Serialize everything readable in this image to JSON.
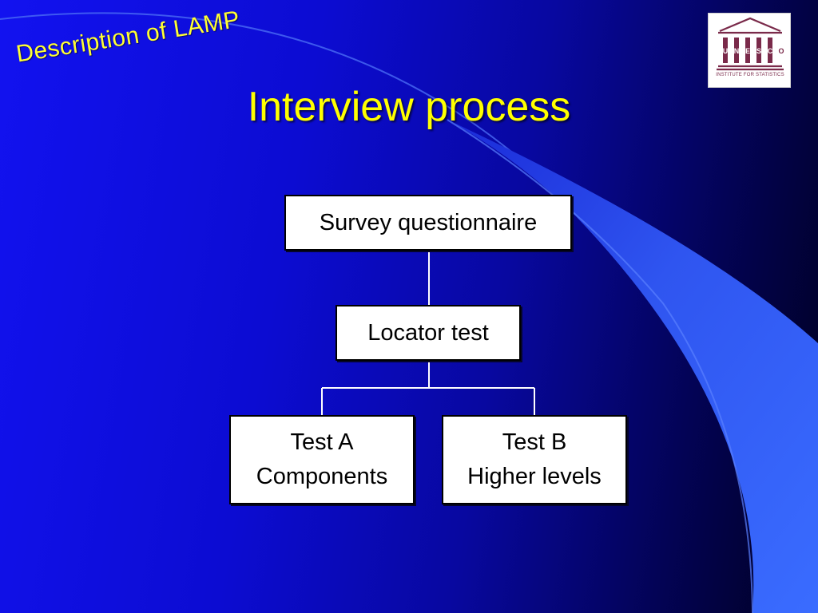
{
  "slide": {
    "subtitle": "Description of LAMP",
    "title": "Interview process"
  },
  "logo": {
    "name": "UNESCO",
    "caption": "INSTITUTE FOR STATISTICS",
    "color": "#7a2a4a"
  },
  "diagram": {
    "nodes": {
      "survey": {
        "line1": "Survey questionnaire"
      },
      "locator": {
        "line1": "Locator test"
      },
      "test_a": {
        "line1": "Test A",
        "line2": "Components"
      },
      "test_b": {
        "line1": "Test B",
        "line2": "Higher levels"
      }
    },
    "edges": [
      {
        "from": "survey",
        "to": "locator"
      },
      {
        "from": "locator",
        "to": "test_a"
      },
      {
        "from": "locator",
        "to": "test_b"
      }
    ]
  },
  "colors": {
    "title": "#ffff00",
    "subtitle": "#ffff33",
    "background_main": "#0c0cd2",
    "accent_swoosh": "#3a66ff"
  }
}
